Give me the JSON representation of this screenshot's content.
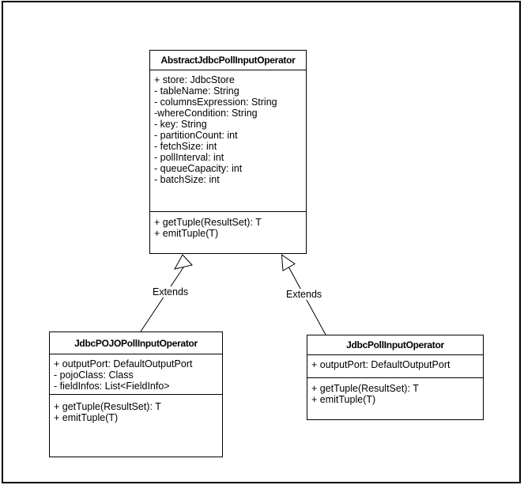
{
  "diagram": {
    "type": "uml-class-diagram",
    "background_color": "#ffffff",
    "line_color": "#000000",
    "box_fill_color": "#ffffff",
    "classes": [
      {
        "title": "AbstractJdbcPollInputOperator",
        "attributes": [
          "+ store: JdbcStore",
          "- tableName: String",
          "- columnsExpression: String",
          "-whereCondition: String",
          "- key: String",
          "- partitionCount: int",
          "- fetchSize: int",
          "- pollInterval: int",
          "- queueCapacity: int",
          "- batchSize: int"
        ],
        "methods": [
          "+ getTuple(ResultSet): T",
          "+ emitTuple(T)"
        ]
      },
      {
        "title": "JdbcPOJOPollInputOperator",
        "attributes": [
          "+ outputPort: DefaultOutputPort",
          "- pojoClass: Class",
          "- fieldInfos: List<FieldInfo>"
        ],
        "methods": [
          "+ getTuple(ResultSet): T",
          "+ emitTuple(T)"
        ]
      },
      {
        "title": "JdbcPollInputOperator",
        "attributes": [
          "+ outputPort: DefaultOutputPort"
        ],
        "methods": [
          "+ getTuple(ResultSet): T",
          "+ emitTuple(T)"
        ]
      }
    ],
    "relationships": [
      {
        "from": "JdbcPOJOPollInputOperator",
        "to": "AbstractJdbcPollInputOperator",
        "type": "generalization",
        "label": "Extends"
      },
      {
        "from": "JdbcPollInputOperator",
        "to": "AbstractJdbcPollInputOperator",
        "type": "generalization",
        "label": "Extends"
      }
    ]
  }
}
